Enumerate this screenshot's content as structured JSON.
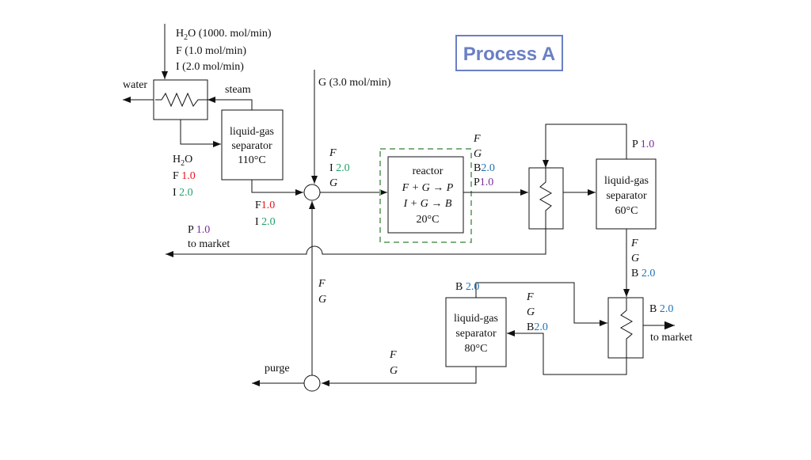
{
  "title": "Process A",
  "colors": {
    "red": "#e8141c",
    "green": "#1fa067",
    "blue": "#1f6fb5",
    "purple": "#7a2c9a",
    "title": "#6a7fc4",
    "dashed_box": "#7fb07f"
  },
  "feed": {
    "line1_pre": "H",
    "line1_sub": "2",
    "line1_post": "O (1000. mol/min)",
    "line2_var": "F",
    "line2_text": "(1.0 mol/min)",
    "line3_var": "I",
    "line3_text": "(2.0 mol/min)"
  },
  "g_feed": {
    "var": "G",
    "text": "(3.0 mol/min)"
  },
  "labels": {
    "water": "water",
    "steam": "steam",
    "purge": "purge",
    "to_market_p": "to market",
    "to_market_b": "to market"
  },
  "separator1": {
    "line1": "liquid-gas",
    "line2": "separator",
    "line3": "110°C"
  },
  "separator2": {
    "line1": "liquid-gas",
    "line2": "separator",
    "line3": "60°C"
  },
  "separator3": {
    "line1": "liquid-gas",
    "line2": "separator",
    "line3": "80°C"
  },
  "reactor": {
    "line1": "reactor",
    "line2": "F + G → P",
    "line3": "I + G → B",
    "line4": "20°C"
  },
  "stream_h2o": {
    "h2o_pre": "H",
    "h2o_sub": "2",
    "h2o_post": "O",
    "f_var": "F",
    "f_val": "1.0",
    "i_var": "I",
    "i_val": "2.0"
  },
  "stream_mix_in": {
    "f_var": "F",
    "f_val": "1.0",
    "i_var": "I",
    "i_val": "2.0"
  },
  "stream_reactor_in": {
    "f": "F",
    "i_var": "I",
    "i_val": "2.0",
    "g": "G"
  },
  "stream_reactor_out": {
    "f": "F",
    "g": "G",
    "b_var": "B",
    "b_val": "2.0",
    "p_var": "P",
    "p_val": "1.0"
  },
  "stream_p_top": {
    "var": "P",
    "val": "1.0"
  },
  "stream_p_market": {
    "var": "P",
    "val": "1.0"
  },
  "stream_sep2_bottom": {
    "f": "F",
    "g": "G",
    "b_var": "B",
    "b_val": "2.0"
  },
  "stream_b_sep3_top": {
    "var": "B",
    "val": "2.0"
  },
  "stream_sep3_in": {
    "f": "F",
    "g": "G",
    "b_var": "B",
    "b_val": "2.0"
  },
  "stream_b_market": {
    "var": "B",
    "val": "2.0"
  },
  "stream_recycle": {
    "f": "F",
    "g": "G"
  },
  "stream_purge_in": {
    "f": "F",
    "g": "G"
  }
}
